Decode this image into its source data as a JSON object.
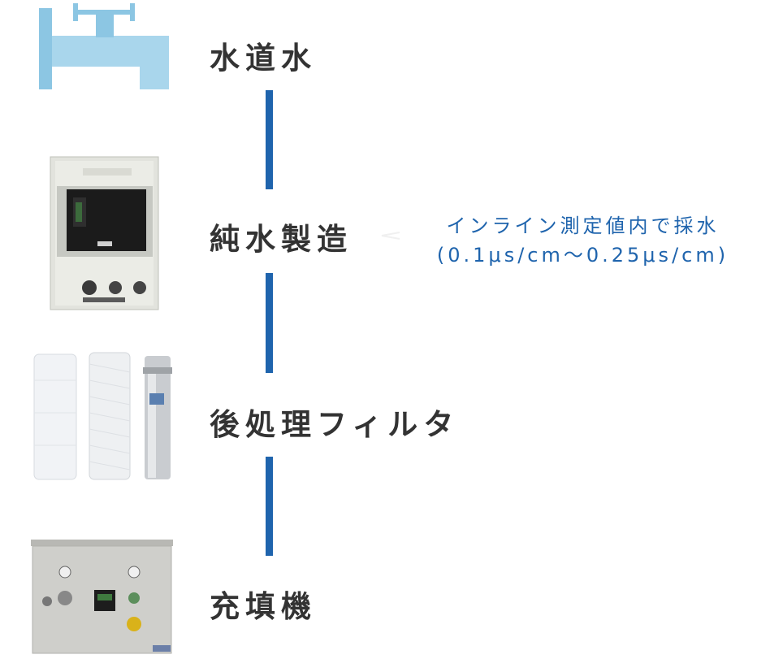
{
  "steps": [
    {
      "label": "水道水"
    },
    {
      "label": "純水製造"
    },
    {
      "label": "後処理フィルタ"
    },
    {
      "label": "充填機"
    }
  ],
  "callout": {
    "line1": "インライン測定値内で採水",
    "line2": "(0.1μs/cm～0.25μs/cm)"
  },
  "colors": {
    "connector": "#1f64ad",
    "callout_text": "#1f64ad",
    "label_text": "#333333",
    "tap_water": "#a8d4ea"
  }
}
